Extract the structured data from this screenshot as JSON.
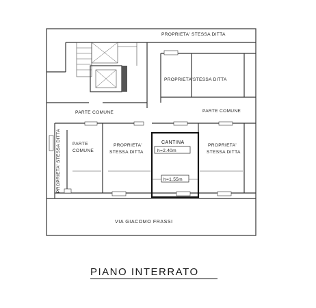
{
  "plan": {
    "title": "PIANO  INTERRATO",
    "street": "VIA GIACOMO FRASSI",
    "rooms": {
      "top_property": "PROPRIETA' STESSA DITTA",
      "upper_property_a": "PROPRIETA'",
      "upper_property_b": "STESSA DITTA",
      "common_left": "PARTE COMUNE",
      "common_right": "PARTE COMUNE",
      "left_vertical": "PROPRIETA' STESSA DITTA",
      "left_common_a": "PARTE",
      "left_common_b": "COMUNE",
      "mid_left_a": "PROPRIETA'",
      "mid_left_b": "STESSA DITTA",
      "cantina": "CANTINA",
      "cantina_height": "h=2.40m",
      "cantina_low_height": "h=1.55m",
      "mid_right_a": "PROPRIETA'",
      "mid_right_b": "STESSA DITTA"
    }
  }
}
